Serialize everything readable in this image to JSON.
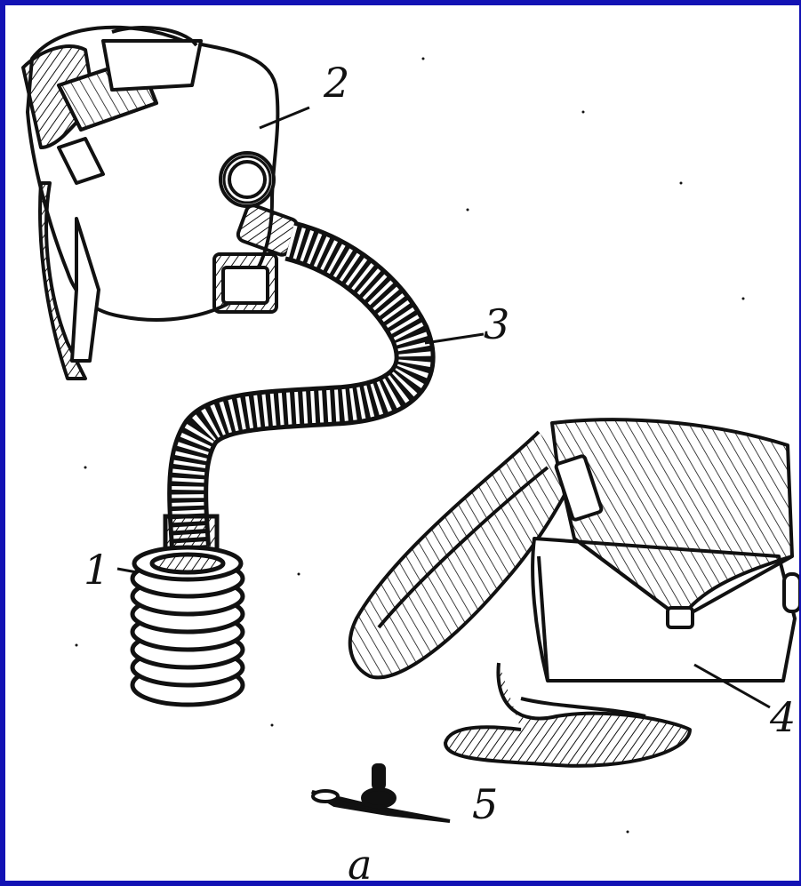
{
  "colors": {
    "border": "#1212b4",
    "ink": "#111111",
    "paper": "#ffffff"
  },
  "labels": {
    "canister": "1",
    "mask": "2",
    "hose": "3",
    "bag": "4",
    "clip": "5",
    "caption": "а"
  }
}
